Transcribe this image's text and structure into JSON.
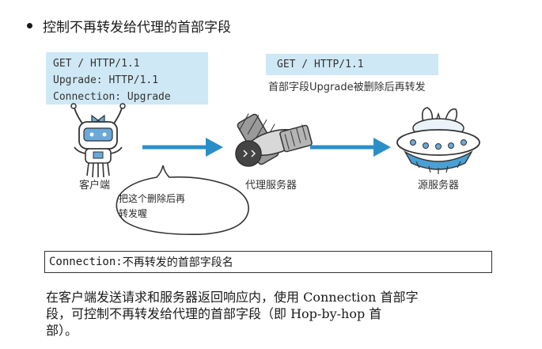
{
  "heading": "控制不再转发给代理的首部字段",
  "figure": {
    "client_request_lines": [
      "GET / HTTP/1.1",
      "Upgrade: HTTP/1.1",
      "Connection: Upgrade"
    ],
    "proxy_request_lines": [
      "GET / HTTP/1.1"
    ],
    "proxy_note": "首部字段Upgrade被删除后再转发",
    "client_label": "客户端",
    "proxy_label": "代理服务器",
    "origin_label": "源服务器",
    "speech_lines": [
      "把这个删除后再",
      "转发喔"
    ],
    "icons": [
      "client-robot-icon",
      "proxy-satellite-icon",
      "origin-ufo-icon",
      "arrow-right-icon"
    ],
    "colors": {
      "code_bg": "#cfe8f5",
      "arrow": "#2a8fc8"
    }
  },
  "syntax": {
    "code": "Connection:",
    "text": " 不再转发的首部字段名"
  },
  "paragraph": {
    "lines": [
      "在客户端发送请求和服务器返回响应内，使用 Connection 首部字",
      "段，可控制不再转发给代理的首部字段（即 Hop-by-hop 首",
      "部）。"
    ]
  }
}
